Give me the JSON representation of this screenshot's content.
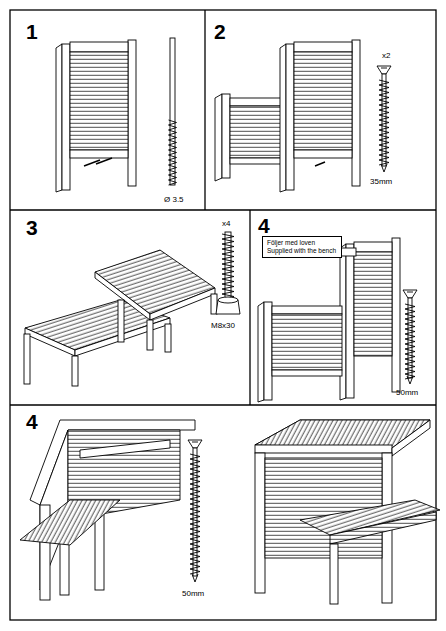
{
  "diagram": {
    "nodes": [
      {
        "text": [
          "Följer med loven",
          "Supplied with the bench"
        ]
      }
    ],
    "labels": [
      "1",
      "Ø 3.5",
      "2",
      "x2",
      "35mm",
      "3",
      "x4",
      "M8x30",
      "4",
      "50mm",
      "4",
      "50mm"
    ]
  }
}
